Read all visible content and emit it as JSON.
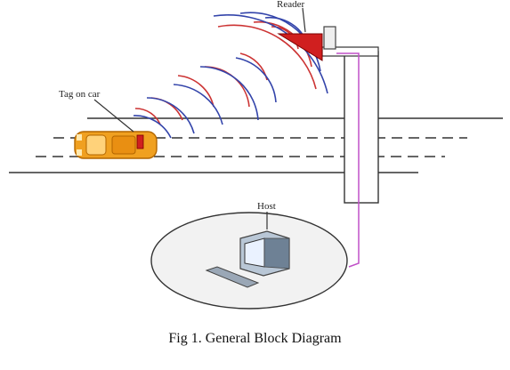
{
  "diagram": {
    "labels": {
      "reader": "Reader",
      "tag": "Tag on car",
      "host": "Host"
    }
  },
  "caption": "Fig 1. General Block Diagram"
}
